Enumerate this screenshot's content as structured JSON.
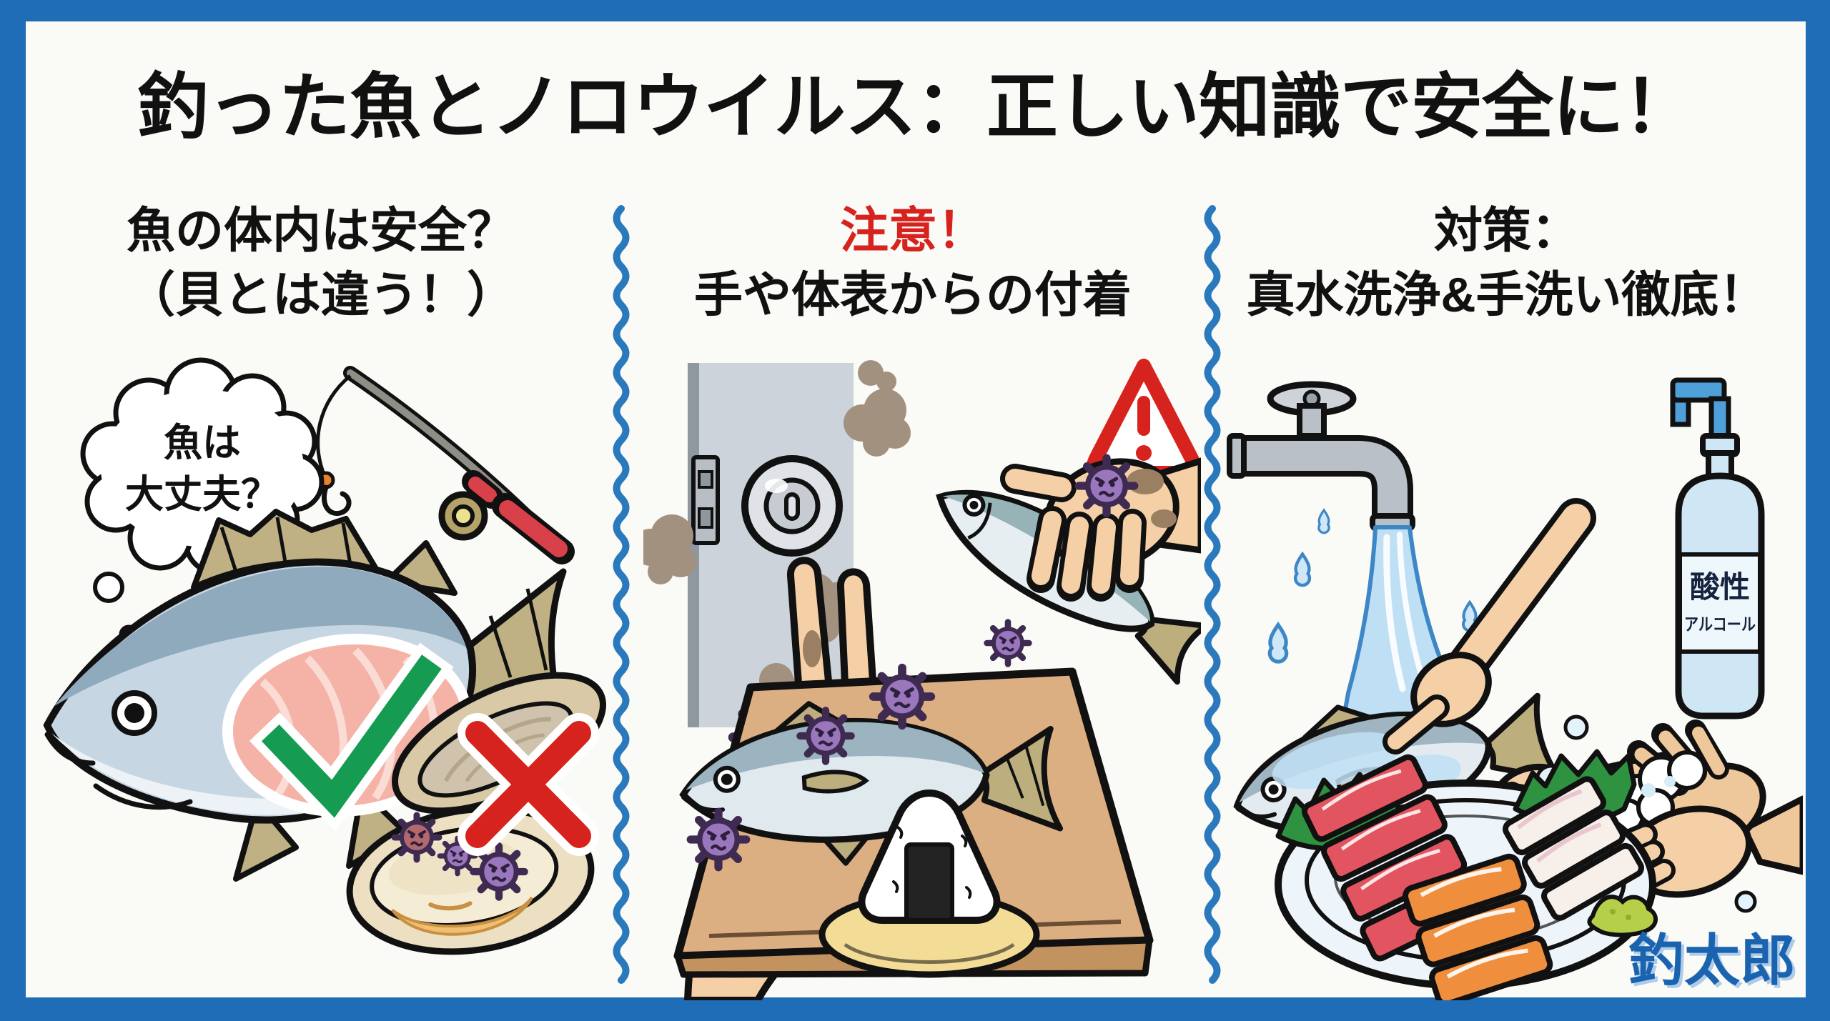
{
  "colors": {
    "frame_blue": "#1e6db6",
    "paper": "#fafaf7",
    "accent_red": "#d7231d",
    "check_green": "#169c52",
    "wave_blue": "#2a79bd",
    "virus_purple": "#9a77bd",
    "watermark_blue": "#1a63af"
  },
  "title": "釣った魚とノロウイルス：正しい知識で安全に！",
  "left_panel": {
    "heading_line1": "魚の体内は安全？",
    "heading_line2": "（貝とは違う！）",
    "thought_bubble": {
      "line1": "魚は",
      "line2": "大丈夫？"
    }
  },
  "middle_panel": {
    "caution": "注意！",
    "heading": "手や体表からの付着"
  },
  "right_panel": {
    "heading_line1": "対策：",
    "heading_line2": "真水洗浄&手洗い徹底！",
    "bottle_label": {
      "line1": "酸性",
      "line2": "アルコール"
    }
  },
  "watermark": "釣太郎"
}
